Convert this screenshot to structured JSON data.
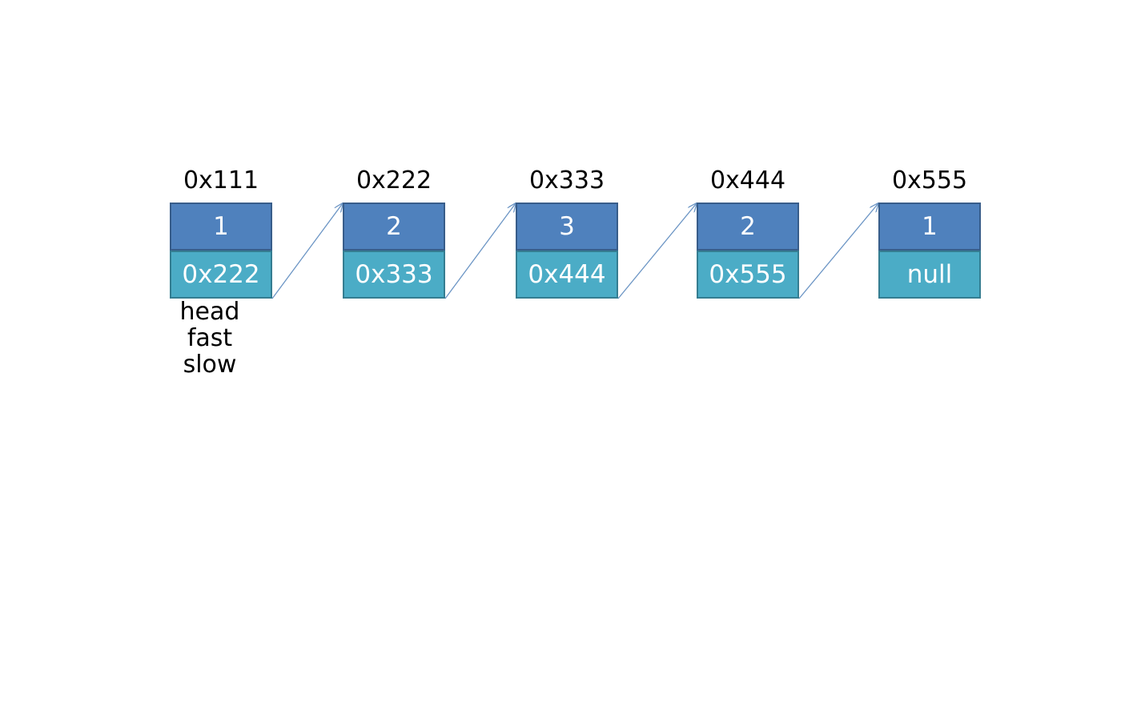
{
  "nodes": [
    {
      "address": "0x111",
      "value": "1",
      "next": "0x222"
    },
    {
      "address": "0x222",
      "value": "2",
      "next": "0x333"
    },
    {
      "address": "0x333",
      "value": "3",
      "next": "0x444"
    },
    {
      "address": "0x444",
      "value": "2",
      "next": "0x555"
    },
    {
      "address": "0x555",
      "value": "1",
      "next": "null"
    }
  ],
  "pointers": [
    "head",
    "fast",
    "slow"
  ],
  "colors": {
    "value_fill": "#4f81bd",
    "value_border": "#385d8a",
    "next_fill": "#4bacc6",
    "next_border": "#357d91",
    "arrow": "#4f81bd"
  }
}
